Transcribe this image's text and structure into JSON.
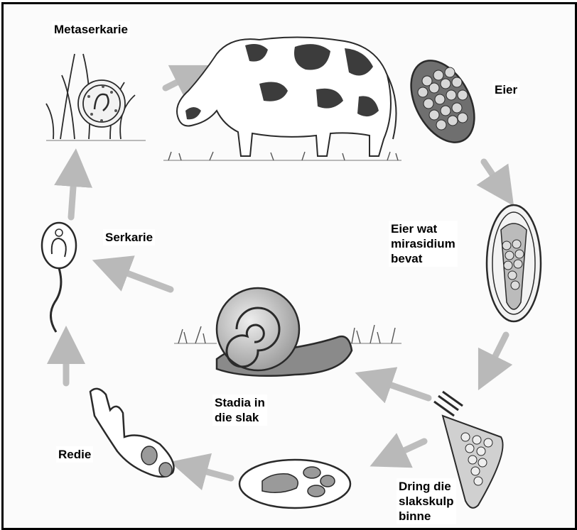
{
  "diagram": {
    "stages": {
      "metaserkarie": "Metaserkarie",
      "eier": "Eier",
      "eier_mirasidium": [
        "Eier wat",
        "mirasidium",
        "bevat"
      ],
      "serkarie": "Serkarie",
      "stadia_slak": [
        "Stadia in",
        "die slak"
      ],
      "redie": "Redie",
      "dring": [
        "Dring die",
        "slakskulp",
        "binne"
      ]
    },
    "colors": {
      "line": "#2a2a2a",
      "arrow": "#b9b9b9",
      "cow_spot": "#3c3c3c",
      "grass": "#555555",
      "egg_fill": "#6f6f6f",
      "shell": "#cfcfcf"
    }
  }
}
